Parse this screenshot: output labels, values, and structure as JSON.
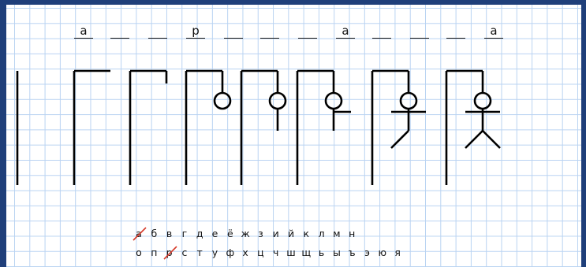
{
  "word": [
    "а",
    "",
    "",
    "р",
    "",
    "",
    "",
    "а",
    "",
    "",
    "",
    "а"
  ],
  "stage_count": 8,
  "alphabet_row1": [
    "а",
    "б",
    "в",
    "г",
    "д",
    "е",
    "ё",
    "ж",
    "з",
    "и",
    "й",
    "к",
    "л",
    "м",
    "н"
  ],
  "alphabet_row2": [
    "о",
    "п",
    "р",
    "с",
    "т",
    "у",
    "ф",
    "х",
    "ц",
    "ч",
    "ш",
    "щ",
    "ь",
    "ы",
    "ъ",
    "э",
    "ю",
    "я"
  ],
  "used_letters": [
    "а",
    "р"
  ],
  "colors": {
    "frame": "#1f3f7a",
    "grid": "#b9d3f2",
    "strike": "#d63a2a",
    "ink": "#000000"
  }
}
